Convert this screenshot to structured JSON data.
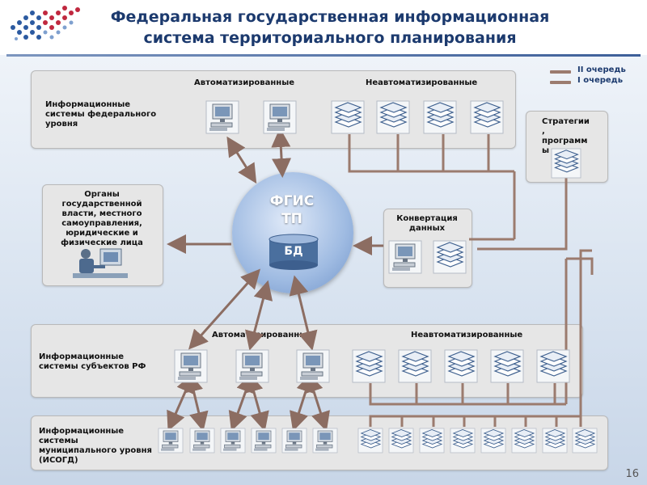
{
  "header": {
    "title_line1": "Федеральная государственная информационная",
    "title_line2": "система территориального планирования"
  },
  "legend": {
    "items": [
      {
        "label": "II очередь"
      },
      {
        "label": "I очередь"
      }
    ]
  },
  "federal": {
    "label_line1": "Информационные",
    "label_line2": "системы федерального",
    "label_line3": "уровня",
    "automated_label": "Автоматизированные",
    "non_automated_label": "Неавтоматизированные"
  },
  "strategies": {
    "label_line1": "Стратегии",
    "label_line2": ",",
    "label_line3": "программ",
    "label_line4": "ы"
  },
  "authorities": {
    "line1": "Органы",
    "line2": "государственной",
    "line3": "власти, местного",
    "line4": "самоуправления,",
    "line5": "юридические и",
    "line6": "физические лица"
  },
  "center": {
    "line1": "ФГИС",
    "line2": "ТП",
    "db_label": "БД"
  },
  "conversion": {
    "line1": "Конвертация",
    "line2": "данных"
  },
  "regional": {
    "label_line1": "Информационные",
    "label_line2": "системы субъектов РФ",
    "automated_label": "Автоматизированные",
    "non_automated_label": "Неавтоматизированные"
  },
  "municipal": {
    "label_line1": "Информационные",
    "label_line2": "системы",
    "label_line3": "муниципального уровня",
    "label_line4": "(ИСОГД)"
  },
  "page_number": "16",
  "colors": {
    "title": "#1c3a6e",
    "arrow": "#8c6d62",
    "legend_line": "#9b7b6e"
  }
}
